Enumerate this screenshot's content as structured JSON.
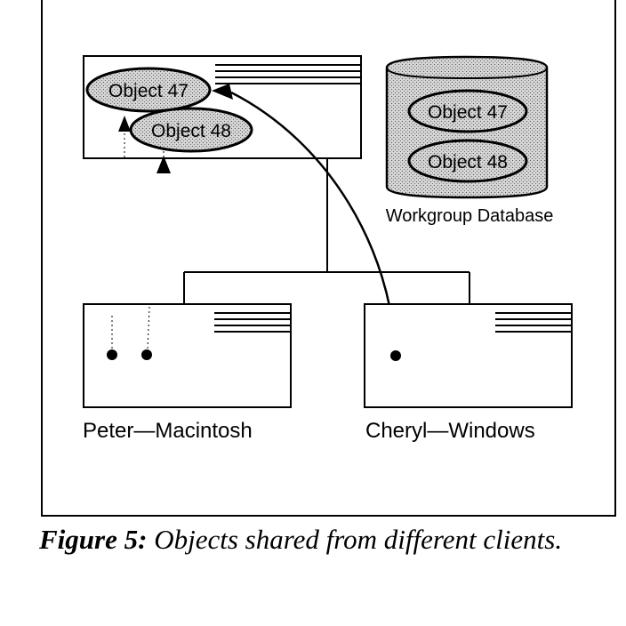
{
  "diagram": {
    "server": {
      "name": "server-window",
      "objects": [
        "Object 47",
        "Object 48"
      ]
    },
    "database": {
      "label": "Workgroup Database",
      "objects": [
        "Object 47",
        "Object 48"
      ]
    },
    "clients": [
      {
        "label": "Peter—Macintosh",
        "pointer_count": 2
      },
      {
        "label": "Cheryl—Windows",
        "pointer_count": 1
      }
    ],
    "colors": {
      "stroke": "#000000",
      "shade": "#c8c8c8",
      "background": "#ffffff"
    }
  },
  "caption": {
    "lead": "Figure 5:",
    "text": " Objects shared from different clients."
  }
}
